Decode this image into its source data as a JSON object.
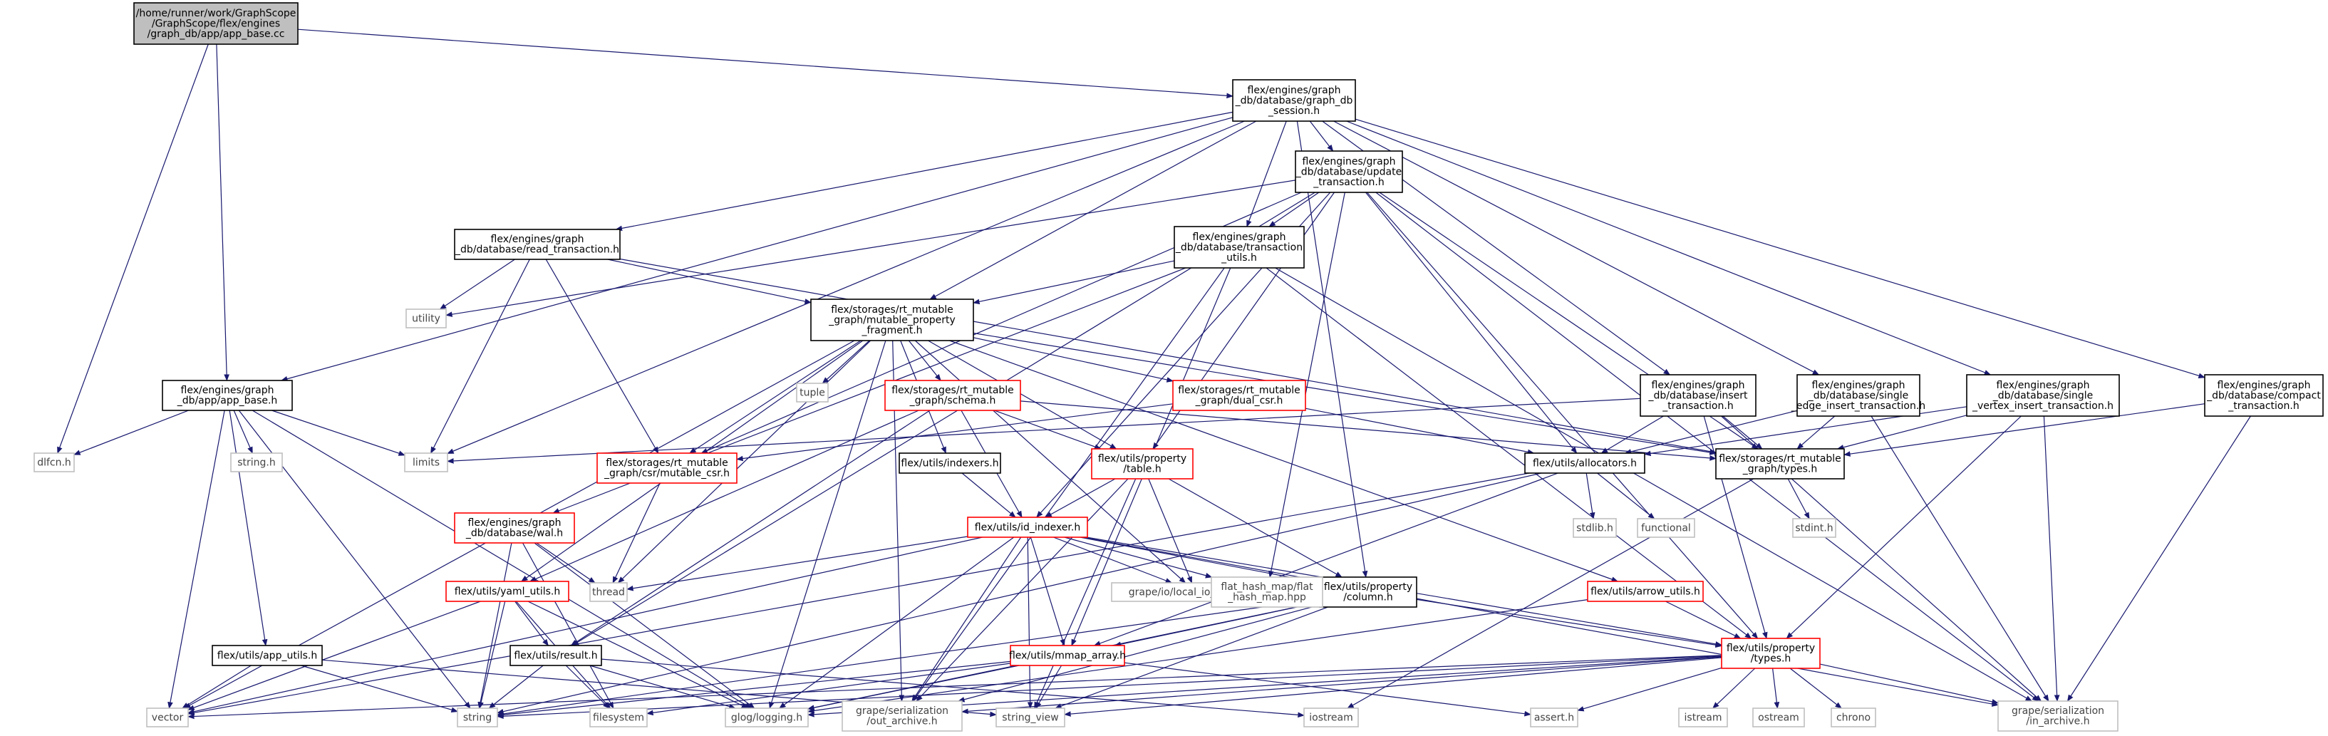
{
  "nodes": [
    {
      "id": "app_base_cc",
      "kind": "root",
      "lines": [
        "/home/runner/work/GraphScope",
        "/GraphScope/flex/engines",
        "/graph_db/app/app_base.cc"
      ]
    },
    {
      "id": "graph_db_session",
      "kind": "normal",
      "lines": [
        "flex/engines/graph",
        "_db/database/graph_db",
        "_session.h"
      ]
    },
    {
      "id": "update_transaction",
      "kind": "normal",
      "lines": [
        "flex/engines/graph",
        "_db/database/update",
        "_transaction.h"
      ]
    },
    {
      "id": "read_transaction",
      "kind": "normal",
      "lines": [
        "flex/engines/graph",
        "_db/database/read_transaction.h"
      ]
    },
    {
      "id": "transaction_utils",
      "kind": "normal",
      "lines": [
        "flex/engines/graph",
        "_db/database/transaction",
        "_utils.h"
      ]
    },
    {
      "id": "mutable_property_fragment",
      "kind": "normal",
      "lines": [
        "flex/storages/rt_mutable",
        "_graph/mutable_property",
        "_fragment.h"
      ]
    },
    {
      "id": "app_base_h",
      "kind": "normal",
      "lines": [
        "flex/engines/graph",
        "_db/app/app_base.h"
      ]
    },
    {
      "id": "insert_transaction",
      "kind": "normal",
      "lines": [
        "flex/engines/graph",
        "_db/database/insert",
        "_transaction.h"
      ]
    },
    {
      "id": "single_edge_insert",
      "kind": "normal",
      "lines": [
        "flex/engines/graph",
        "_db/database/single",
        "_edge_insert_transaction.h"
      ]
    },
    {
      "id": "single_vertex_insert",
      "kind": "normal",
      "lines": [
        "flex/engines/graph",
        "_db/database/single",
        "_vertex_insert_transaction.h"
      ]
    },
    {
      "id": "compact_transaction",
      "kind": "normal",
      "lines": [
        "flex/engines/graph",
        "_db/database/compact",
        "_transaction.h"
      ]
    },
    {
      "id": "schema_h",
      "kind": "incomplete",
      "lines": [
        "flex/storages/rt_mutable",
        "_graph/schema.h"
      ]
    },
    {
      "id": "dual_csr",
      "kind": "incomplete",
      "lines": [
        "flex/storages/rt_mutable",
        "_graph/dual_csr.h"
      ]
    },
    {
      "id": "mutable_csr",
      "kind": "incomplete",
      "lines": [
        "flex/storages/rt_mutable",
        "_graph/csr/mutable_csr.h"
      ]
    },
    {
      "id": "indexers",
      "kind": "normal",
      "lines": [
        "flex/utils/indexers.h"
      ]
    },
    {
      "id": "property_table",
      "kind": "incomplete",
      "lines": [
        "flex/utils/property",
        "/table.h"
      ]
    },
    {
      "id": "allocators",
      "kind": "normal",
      "lines": [
        "flex/utils/allocators.h"
      ]
    },
    {
      "id": "rt_types",
      "kind": "normal",
      "lines": [
        "flex/storages/rt_mutable",
        "_graph/types.h"
      ]
    },
    {
      "id": "wal",
      "kind": "incomplete",
      "lines": [
        "flex/engines/graph",
        "_db/database/wal.h"
      ]
    },
    {
      "id": "id_indexer",
      "kind": "incomplete",
      "lines": [
        "flex/utils/id_indexer.h"
      ]
    },
    {
      "id": "yaml_utils",
      "kind": "incomplete",
      "lines": [
        "flex/utils/yaml_utils.h"
      ]
    },
    {
      "id": "property_column",
      "kind": "normal",
      "lines": [
        "flex/utils/property",
        "/column.h"
      ]
    },
    {
      "id": "arrow_utils",
      "kind": "incomplete",
      "lines": [
        "flex/utils/arrow_utils.h"
      ]
    },
    {
      "id": "app_utils",
      "kind": "normal",
      "lines": [
        "flex/utils/app_utils.h"
      ]
    },
    {
      "id": "result_h",
      "kind": "normal",
      "lines": [
        "flex/utils/result.h"
      ]
    },
    {
      "id": "mmap_array",
      "kind": "incomplete",
      "lines": [
        "flex/utils/mmap_array.h"
      ]
    },
    {
      "id": "property_types",
      "kind": "incomplete",
      "lines": [
        "flex/utils/property",
        "/types.h"
      ]
    },
    {
      "id": "utility",
      "kind": "system",
      "lines": [
        "utility"
      ]
    },
    {
      "id": "tuple",
      "kind": "system",
      "lines": [
        "tuple"
      ]
    },
    {
      "id": "dlfcn",
      "kind": "system",
      "lines": [
        "dlfcn.h"
      ]
    },
    {
      "id": "string_h",
      "kind": "system",
      "lines": [
        "string.h"
      ]
    },
    {
      "id": "limits",
      "kind": "system",
      "lines": [
        "limits"
      ]
    },
    {
      "id": "stdlib",
      "kind": "system",
      "lines": [
        "stdlib.h"
      ]
    },
    {
      "id": "functional",
      "kind": "system",
      "lines": [
        "functional"
      ]
    },
    {
      "id": "stdint",
      "kind": "system",
      "lines": [
        "stdint.h"
      ]
    },
    {
      "id": "thread",
      "kind": "system",
      "lines": [
        "thread"
      ]
    },
    {
      "id": "local_io_adaptor",
      "kind": "system",
      "lines": [
        "grape/io/local_io_adaptor.h"
      ]
    },
    {
      "id": "flat_hash_map",
      "kind": "system",
      "lines": [
        "flat_hash_map/flat",
        "_hash_map.hpp"
      ]
    },
    {
      "id": "vector",
      "kind": "system",
      "lines": [
        "vector"
      ]
    },
    {
      "id": "string",
      "kind": "system",
      "lines": [
        "string"
      ]
    },
    {
      "id": "filesystem",
      "kind": "system",
      "lines": [
        "filesystem"
      ]
    },
    {
      "id": "glog",
      "kind": "system",
      "lines": [
        "glog/logging.h"
      ]
    },
    {
      "id": "out_archive",
      "kind": "system",
      "lines": [
        "grape/serialization",
        "/out_archive.h"
      ]
    },
    {
      "id": "string_view",
      "kind": "system",
      "lines": [
        "string_view"
      ]
    },
    {
      "id": "iostream",
      "kind": "system",
      "lines": [
        "iostream"
      ]
    },
    {
      "id": "assert_h",
      "kind": "system",
      "lines": [
        "assert.h"
      ]
    },
    {
      "id": "istream",
      "kind": "system",
      "lines": [
        "istream"
      ]
    },
    {
      "id": "ostream",
      "kind": "system",
      "lines": [
        "ostream"
      ]
    },
    {
      "id": "chrono",
      "kind": "system",
      "lines": [
        "chrono"
      ]
    },
    {
      "id": "in_archive",
      "kind": "system",
      "lines": [
        "grape/serialization",
        "/in_archive.h"
      ]
    }
  ],
  "edges": [
    [
      "app_base_cc",
      "graph_db_session"
    ],
    [
      "app_base_cc",
      "app_base_h"
    ],
    [
      "app_base_cc",
      "dlfcn"
    ],
    [
      "graph_db_session",
      "update_transaction"
    ],
    [
      "graph_db_session",
      "read_transaction"
    ],
    [
      "graph_db_session",
      "transaction_utils"
    ],
    [
      "graph_db_session",
      "mutable_property_fragment"
    ],
    [
      "graph_db_session",
      "app_base_h"
    ],
    [
      "graph_db_session",
      "insert_transaction"
    ],
    [
      "graph_db_session",
      "single_edge_insert"
    ],
    [
      "graph_db_session",
      "single_vertex_insert"
    ],
    [
      "graph_db_session",
      "compact_transaction"
    ],
    [
      "graph_db_session",
      "limits"
    ],
    [
      "graph_db_session",
      "property_column"
    ],
    [
      "update_transaction",
      "transaction_utils"
    ],
    [
      "update_transaction",
      "mutable_csr"
    ],
    [
      "update_transaction",
      "property_table"
    ],
    [
      "update_transaction",
      "id_indexer"
    ],
    [
      "update_transaction",
      "allocators"
    ],
    [
      "update_transaction",
      "rt_types"
    ],
    [
      "update_transaction",
      "flat_hash_map"
    ],
    [
      "update_transaction",
      "utility"
    ],
    [
      "update_transaction",
      "result_h"
    ],
    [
      "update_transaction",
      "property_types"
    ],
    [
      "update_transaction",
      "in_archive"
    ],
    [
      "read_transaction",
      "mutable_property_fragment"
    ],
    [
      "read_transaction",
      "mutable_csr"
    ],
    [
      "read_transaction",
      "utility"
    ],
    [
      "read_transaction",
      "limits"
    ],
    [
      "read_transaction",
      "rt_types"
    ],
    [
      "transaction_utils",
      "mutable_property_fragment"
    ],
    [
      "transaction_utils",
      "wal"
    ],
    [
      "transaction_utils",
      "out_archive"
    ],
    [
      "transaction_utils",
      "mmap_array"
    ],
    [
      "transaction_utils",
      "property_types"
    ],
    [
      "transaction_utils",
      "in_archive"
    ],
    [
      "mutable_property_fragment",
      "schema_h"
    ],
    [
      "mutable_property_fragment",
      "dual_csr"
    ],
    [
      "mutable_property_fragment",
      "mutable_csr"
    ],
    [
      "mutable_property_fragment",
      "indexers"
    ],
    [
      "mutable_property_fragment",
      "property_table"
    ],
    [
      "mutable_property_fragment",
      "tuple"
    ],
    [
      "mutable_property_fragment",
      "yaml_utils"
    ],
    [
      "mutable_property_fragment",
      "thread"
    ],
    [
      "mutable_property_fragment",
      "vector"
    ],
    [
      "mutable_property_fragment",
      "out_archive"
    ],
    [
      "mutable_property_fragment",
      "local_io_adaptor"
    ],
    [
      "mutable_property_fragment",
      "rt_types"
    ],
    [
      "mutable_property_fragment",
      "arrow_utils"
    ],
    [
      "mutable_property_fragment",
      "glog"
    ],
    [
      "app_base_h",
      "dlfcn"
    ],
    [
      "app_base_h",
      "string_h"
    ],
    [
      "app_base_h",
      "limits"
    ],
    [
      "app_base_h",
      "app_utils"
    ],
    [
      "app_base_h",
      "vector"
    ],
    [
      "app_base_h",
      "string"
    ],
    [
      "app_base_h",
      "glog"
    ],
    [
      "insert_transaction",
      "allocators"
    ],
    [
      "insert_transaction",
      "rt_types"
    ],
    [
      "insert_transaction",
      "limits"
    ],
    [
      "insert_transaction",
      "property_types"
    ],
    [
      "insert_transaction",
      "in_archive"
    ],
    [
      "single_edge_insert",
      "allocators"
    ],
    [
      "single_edge_insert",
      "rt_types"
    ],
    [
      "single_edge_insert",
      "in_archive"
    ],
    [
      "single_vertex_insert",
      "allocators"
    ],
    [
      "single_vertex_insert",
      "rt_types"
    ],
    [
      "single_vertex_insert",
      "property_types"
    ],
    [
      "single_vertex_insert",
      "in_archive"
    ],
    [
      "compact_transaction",
      "rt_types"
    ],
    [
      "compact_transaction",
      "in_archive"
    ],
    [
      "schema_h",
      "property_table"
    ],
    [
      "schema_h",
      "id_indexer"
    ],
    [
      "schema_h",
      "yaml_utils"
    ],
    [
      "schema_h",
      "result_h"
    ],
    [
      "schema_h",
      "rt_types"
    ],
    [
      "dual_csr",
      "mutable_csr"
    ],
    [
      "dual_csr",
      "allocators"
    ],
    [
      "mutable_csr",
      "thread"
    ],
    [
      "indexers",
      "id_indexer"
    ],
    [
      "property_table",
      "id_indexer"
    ],
    [
      "property_table",
      "property_column"
    ],
    [
      "property_table",
      "local_io_adaptor"
    ],
    [
      "property_table",
      "string_view"
    ],
    [
      "property_table",
      "out_archive"
    ],
    [
      "allocators",
      "stdlib"
    ],
    [
      "allocators",
      "functional"
    ],
    [
      "allocators",
      "mmap_array"
    ],
    [
      "allocators",
      "vector"
    ],
    [
      "allocators",
      "string"
    ],
    [
      "rt_types",
      "stdint"
    ],
    [
      "rt_types",
      "iostream"
    ],
    [
      "wal",
      "thread"
    ],
    [
      "wal",
      "string"
    ],
    [
      "wal",
      "filesystem"
    ],
    [
      "wal",
      "glog"
    ],
    [
      "id_indexer",
      "thread"
    ],
    [
      "id_indexer",
      "local_io_adaptor"
    ],
    [
      "id_indexer",
      "flat_hash_map"
    ],
    [
      "id_indexer",
      "property_column"
    ],
    [
      "id_indexer",
      "mmap_array"
    ],
    [
      "id_indexer",
      "property_types"
    ],
    [
      "id_indexer",
      "vector"
    ],
    [
      "id_indexer",
      "string_view"
    ],
    [
      "id_indexer",
      "glog"
    ],
    [
      "id_indexer",
      "out_archive"
    ],
    [
      "id_indexer",
      "in_archive"
    ],
    [
      "yaml_utils",
      "result_h"
    ],
    [
      "yaml_utils",
      "vector"
    ],
    [
      "yaml_utils",
      "string"
    ],
    [
      "yaml_utils",
      "filesystem"
    ],
    [
      "yaml_utils",
      "glog"
    ],
    [
      "property_column",
      "property_types"
    ],
    [
      "property_column",
      "mmap_array"
    ],
    [
      "property_column",
      "string_view"
    ],
    [
      "property_column",
      "string"
    ],
    [
      "property_column",
      "out_archive"
    ],
    [
      "property_column",
      "glog"
    ],
    [
      "arrow_utils",
      "property_types"
    ],
    [
      "arrow_utils",
      "glog"
    ],
    [
      "app_utils",
      "vector"
    ],
    [
      "app_utils",
      "string"
    ],
    [
      "app_utils",
      "string_view"
    ],
    [
      "result_h",
      "string"
    ],
    [
      "result_h",
      "filesystem"
    ],
    [
      "result_h",
      "glog"
    ],
    [
      "result_h",
      "iostream"
    ],
    [
      "mmap_array",
      "string"
    ],
    [
      "mmap_array",
      "filesystem"
    ],
    [
      "mmap_array",
      "glog"
    ],
    [
      "mmap_array",
      "string_view"
    ],
    [
      "mmap_array",
      "assert_h"
    ],
    [
      "property_types",
      "vector"
    ],
    [
      "property_types",
      "string"
    ],
    [
      "property_types",
      "out_archive"
    ],
    [
      "property_types",
      "in_archive"
    ],
    [
      "property_types",
      "glog"
    ],
    [
      "property_types",
      "istream"
    ],
    [
      "property_types",
      "ostream"
    ],
    [
      "property_types",
      "chrono"
    ],
    [
      "property_types",
      "assert_h"
    ],
    [
      "property_types",
      "string_view"
    ]
  ]
}
